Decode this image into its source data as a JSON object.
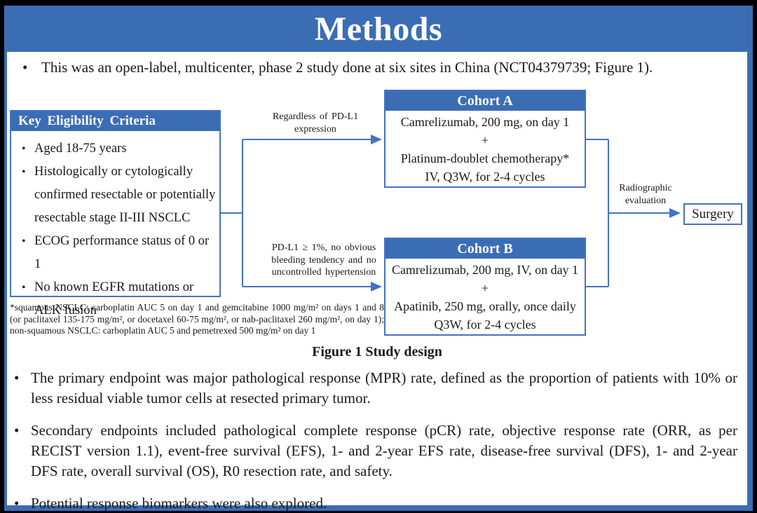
{
  "title": "Methods",
  "intro_bullet": "This was an open-label, multicenter, phase 2 study done at six sites in China (NCT04379739; Figure 1).",
  "diagram": {
    "eligibility": {
      "header": "Key Eligibility Criteria",
      "items": [
        "Aged 18-75 years",
        "Histologically or cytologically confirmed resectable or potentially resectable stage II-III NSCLC",
        "ECOG performance status of 0 or 1",
        "No known EGFR mutations or ALK fusion"
      ]
    },
    "branch_top_label": "Regardless of PD-L1 expression",
    "branch_bottom_label": "PD-L1 ≥ 1%, no obvious bleeding tendency and no uncontrolled hypertension",
    "cohort_a": {
      "header": "Cohort A",
      "lines": [
        "Camrelizumab, 200 mg, on day 1",
        "+",
        "Platinum-doublet chemotherapy*",
        "IV, Q3W, for 2-4 cycles"
      ]
    },
    "cohort_b": {
      "header": "Cohort B",
      "lines": [
        "Camrelizumab, 200 mg, IV, on day 1",
        "+",
        "Apatinib, 250 mg, orally, once daily",
        "Q3W, for 2-4 cycles"
      ]
    },
    "evaluation_label": "Radiographic evaluation",
    "surgery_label": "Surgery",
    "footnote": "*squamous NSCLC: carboplatin AUC 5 on day 1 and gemcitabine 1000 mg/m² on days 1 and 8 (or paclitaxel 135-175 mg/m², or docetaxel 60-75 mg/m², or nab-paclitaxel 260 mg/m², on day 1); non-squamous NSCLC: carboplatin AUC 5 and pemetrexed 500 mg/m² on day 1",
    "caption": "Figure 1 Study design"
  },
  "bullets": [
    "The primary endpoint was major pathological response (MPR) rate, defined as the proportion of patients with 10% or less residual viable tumor cells at resected primary tumor.",
    "Secondary endpoints included pathological complete response (pCR) rate, objective response rate (ORR, as per RECIST version 1.1), event-free survival (EFS), 1- and 2-year EFS rate, disease-free survival (DFS), 1- and 2-year DFS rate, overall survival (OS), R0 resection rate, and safety.",
    "Potential response biomarkers were also explored."
  ],
  "colors": {
    "accent_blue": "#3B6DB5",
    "line_blue": "#4472C4",
    "text_color": "#1A1A1A"
  }
}
